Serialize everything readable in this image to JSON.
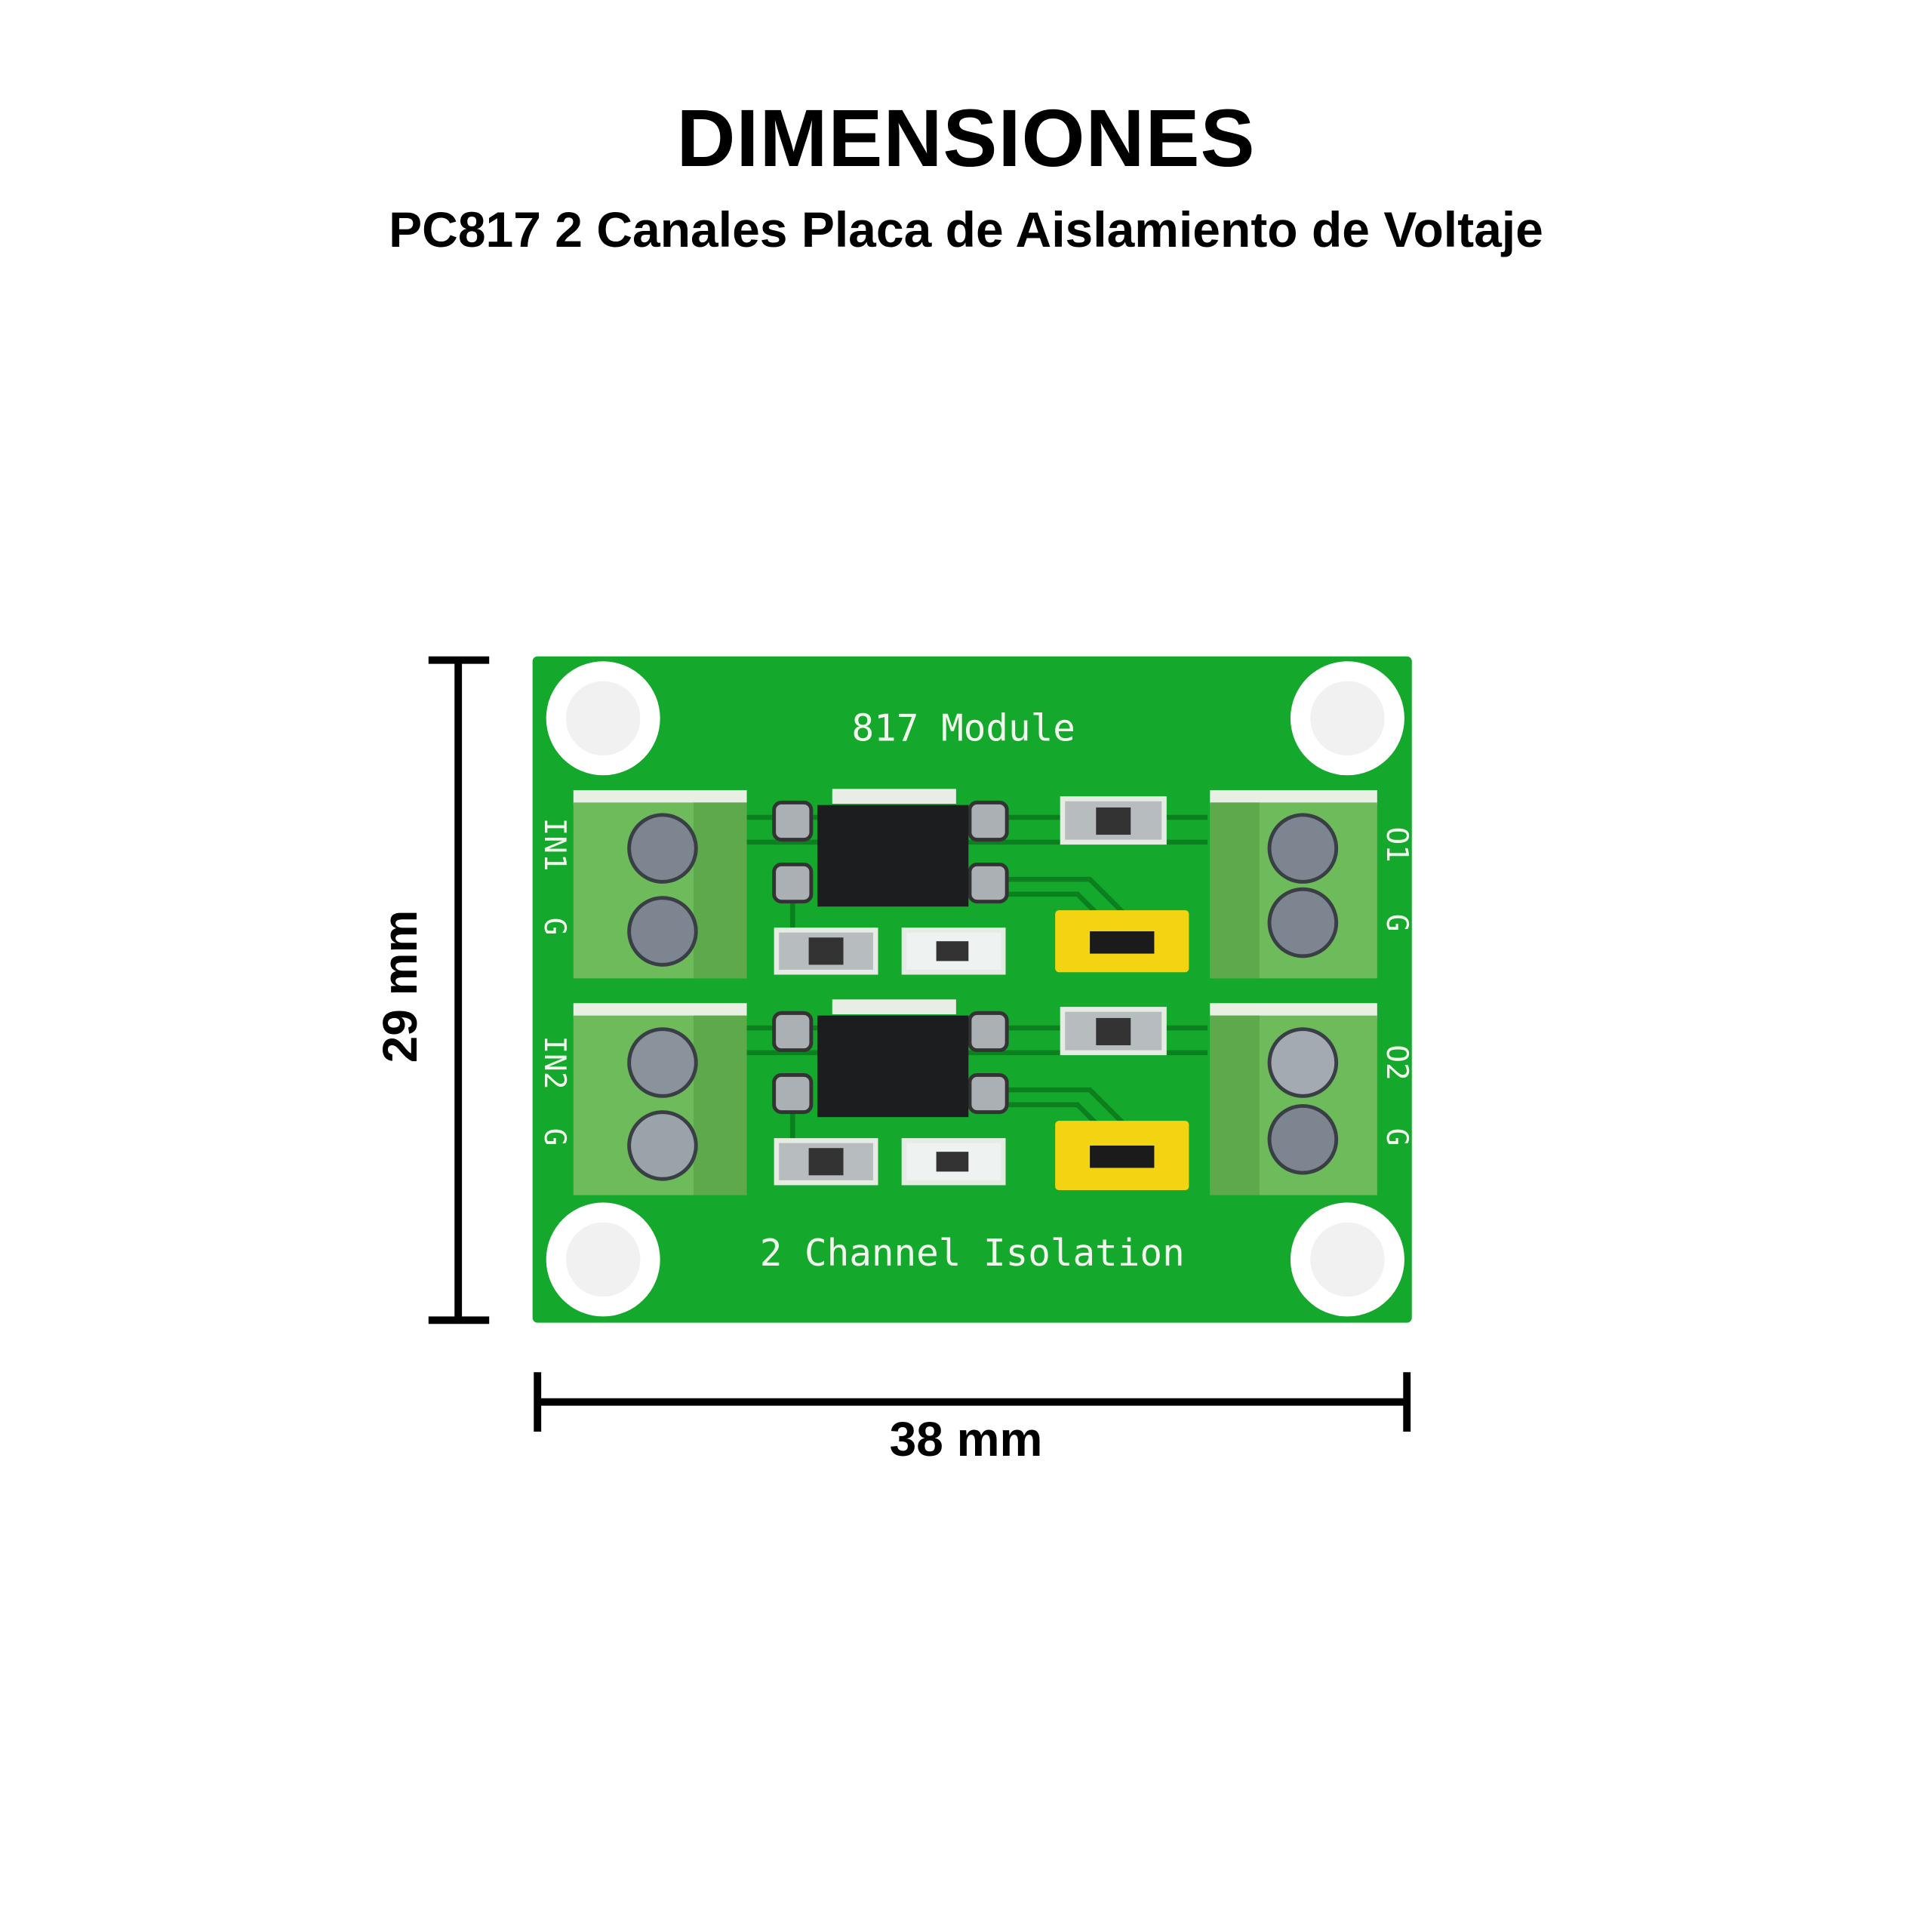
{
  "header": {
    "title": "DIMENSIONES",
    "subtitle": "PC817 2 Canales Placa de Aislamiento de Voltaje"
  },
  "dimensions": {
    "height_label": "29 mm",
    "width_label": "38 mm"
  },
  "board": {
    "top_text": "817 Module",
    "bottom_text": "2 Channel Isolation",
    "labels": {
      "in1": "IN1",
      "in2": "IN2",
      "o1": "O1",
      "o2": "O2",
      "g": "G"
    },
    "colors": {
      "pcb": "#14a82c",
      "terminal": "#6dbb5a",
      "jumper": "#f2d413"
    }
  }
}
